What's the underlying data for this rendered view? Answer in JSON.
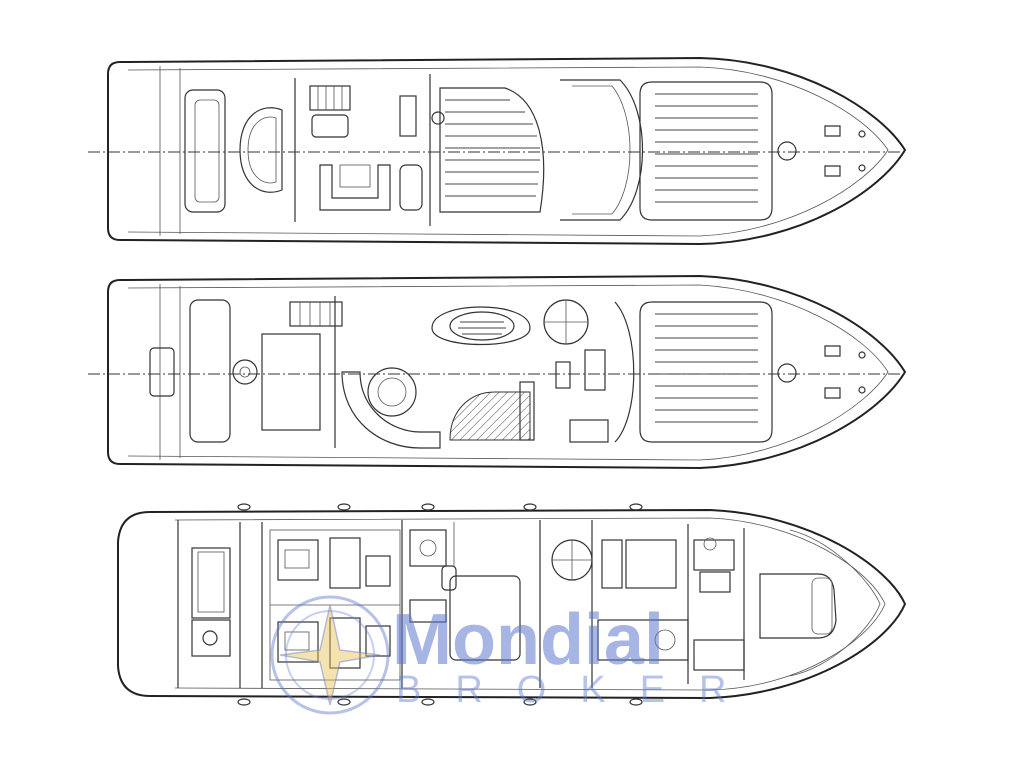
{
  "watermark": {
    "title": "Mondial",
    "subtitle": "BROKER",
    "color": "#5f78cd"
  },
  "plans": [
    {
      "name": "flybridge-plan"
    },
    {
      "name": "main-deck-plan"
    },
    {
      "name": "lower-deck-plan"
    }
  ]
}
